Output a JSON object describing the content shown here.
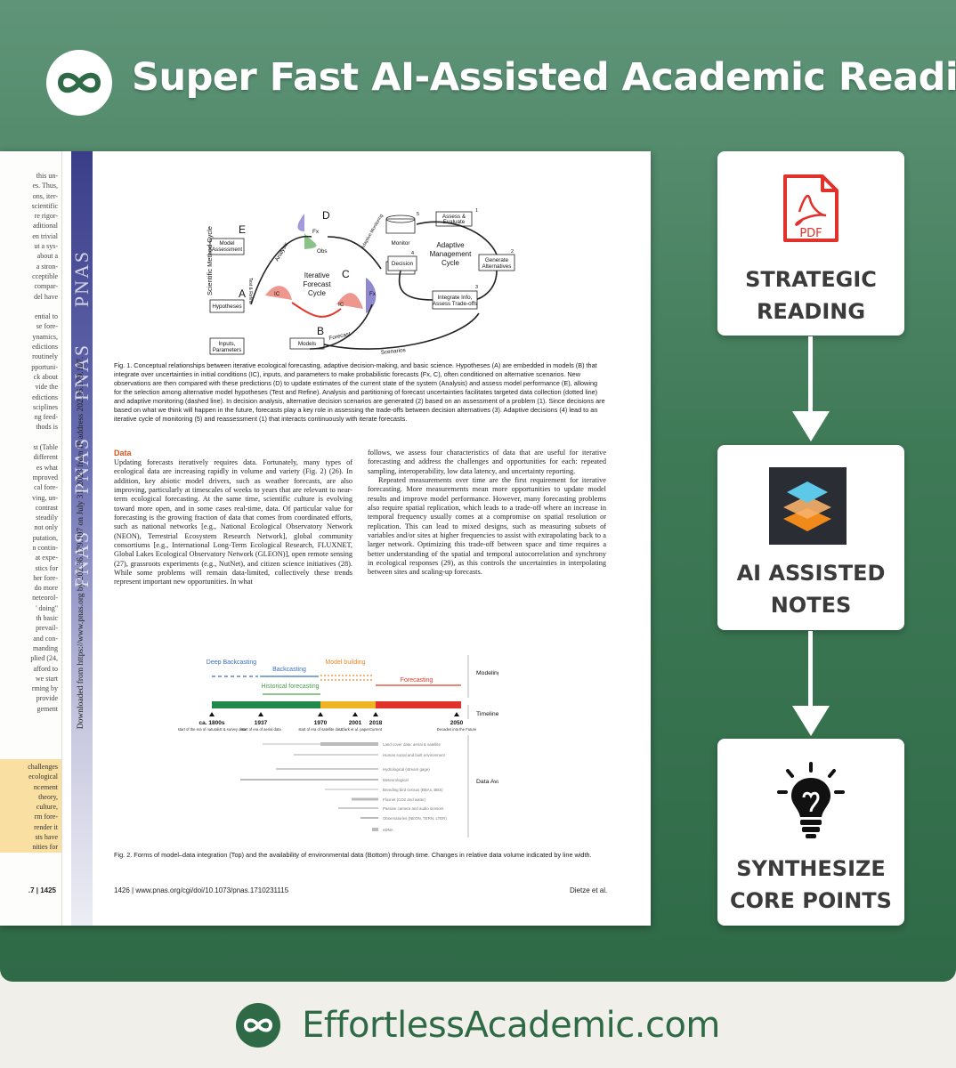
{
  "header": {
    "title": "Super Fast AI-Assisted Academic Reading",
    "logo_icon": "infinity-icon"
  },
  "paper": {
    "left_page_lines": [
      "this un-",
      "es. Thus,",
      "ons, iter-",
      "scientific",
      "re rigor-",
      "aditional",
      "en trivial",
      "ut a sys-",
      "about a",
      "a stron-",
      "cceptible",
      "compar-",
      "del have",
      "",
      "ential to",
      "se fore-",
      "ynamics,",
      "edictions",
      "routinely",
      "pportuni-",
      "ck about",
      "vide the",
      "edictions",
      "sciplines",
      "ng feed-",
      "thods is",
      "",
      "st (Table",
      "different",
      "es what",
      "mproved",
      "cal fore-",
      "ving, un-",
      "contrast",
      "steadily",
      "not only",
      "putation,",
      "n contin-",
      "at expe-",
      "stics for",
      "her fore-",
      "do more",
      "neteorol-",
      "' doing\"",
      "th basic",
      "prevail-",
      "and con-",
      "manding",
      "plied (24,",
      "afford to",
      "we start",
      "rming by",
      "provide",
      "gement"
    ],
    "left_highlight_lines": [
      "challenges",
      "ecological",
      "ncement",
      "theory,",
      "culture,",
      "rm fore-",
      "render it",
      "sts have",
      "nities for"
    ],
    "left_footer": ".7 | 1425",
    "journal_mark": "PNAS",
    "download_note": "Downloaded from https://www.pnas.org by 202.36.179.107 on July 31, 2023 from IP address 202.36.179.107.",
    "fig1_labels": {
      "model_assessment": "Model Assessment",
      "hypotheses": "Hypotheses",
      "inputs": "Inputs, Parameters",
      "models": "Models",
      "scientific_cycle": "Scientific Method Cycle",
      "test_refine": "Test & Refine",
      "iterative_cycle": "Iterative Forecast Cycle",
      "analysis": "Analysis",
      "forecast": "Forecast",
      "scenarios": "Scenarios",
      "monitor": "Monitor",
      "assess": "Assess & Evaluate",
      "decision": "Decision",
      "adaptive_cycle": "Adaptive Management Cycle",
      "generate": "Generate Alternatives",
      "integrate": "Integrate Info, Assess Trade-offs",
      "adaptive_monitoring": "Adaptive Monitoring",
      "obs": "Obs",
      "fx": "Fx",
      "ic": "IC",
      "letter_a": "A",
      "letter_b": "B",
      "letter_c": "C",
      "letter_d": "D",
      "letter_e": "E",
      "n1": "1",
      "n2": "2",
      "n3": "3",
      "n4": "4",
      "n5": "5"
    },
    "fig1_caption": "Fig. 1. Conceptual relationships between iterative ecological forecasting, adaptive decision-making, and basic science. Hypotheses (A) are embedded in models (B) that integrate over uncertainties in initial conditions (IC), inputs, and parameters to make probabilistic forecasts (Fx, C), often conditioned on alternative scenarios. New observations are then compared with these predictions (D) to update estimates of the current state of the system (Analysis) and assess model performance (E), allowing for the selection among alternative model hypotheses (Test and Refine). Analysis and partitioning of forecast uncertainties facilitates targeted data collection (dotted line) and adaptive monitoring (dashed line). In decision analysis, alternative decision scenarios are generated (2) based on an assessment of a problem (1). Since decisions are based on what we think will happen in the future, forecasts play a key role in assessing the trade-offs between decision alternatives (3). Adaptive decisions (4) lead to an iterative cycle of monitoring (5) and reassessment (1) that interacts continuously with iterate forecasts.",
    "section_title": "Data",
    "col1_text": "Updating forecasts iteratively requires data. Fortunately, many types of ecological data are increasing rapidly in volume and variety (Fig. 2) (26). In addition, key abiotic model drivers, such as weather forecasts, are also improving, particularly at timescales of weeks to years that are relevant to near-term ecological forecasting. At the same time, scientific culture is evolving toward more open, and in some cases real-time, data. Of particular value for forecasting is the growing fraction of data that comes from coordinated efforts, such as national networks [e.g., National Ecological Observatory Network (NEON), Terrestrial Ecosystem Research Network], global community consortiums [e.g., International Long-Term Ecological Research, FLUXNET, Global Lakes Ecological Observatory Network (GLEON)], open remote sensing (27), grassroots experiments (e.g., NutNet), and citizen science initiatives (28). While some problems will remain data-limited, collectively these trends represent important new opportunities. In what",
    "col2_text_1": "follows, we assess four characteristics of data that are useful for iterative forecasting and address the challenges and opportunities for each: repeated sampling, interoperability, low data latency, and uncertainty reporting.",
    "col2_text_2": "Repeated measurements over time are the first requirement for iterative forecasting. More measurements mean more opportunities to update model results and improve model performance. However, many forecasting problems also require spatial replication, which leads to a trade-off where an increase in temporal frequency usually comes at a compromise on spatial resolution or replication. This can lead to mixed designs, such as measuring subsets of variables and/or sites at higher frequencies to assist with extrapolating back to a larger network. Optimizing this trade-off between space and time requires a better understanding of the spatial and temporal autocorrelation and synchrony in ecological responses (29), as this controls the uncertainties in interpolating between sites and scaling-up forecasts.",
    "fig2_labels": {
      "deep_backcasting": "Deep Backcasting",
      "backcasting": "Backcasting",
      "model_building": "Model building",
      "historical": "Historical forecasting",
      "forecasting": "Forecasting",
      "modeling_activities": "Modeling Activities",
      "timeline": "Timeline",
      "data_availability": "Data Availability and Relative Volume",
      "t1": "ca. 1800s",
      "t1s": "start of the era of naturalist & survey data",
      "t2": "1937",
      "t2s": "start of era of aerial data",
      "t3": "1970",
      "t3s": "start of era of satellite data",
      "t4": "2001",
      "t4s": "Clark et al. paper",
      "t5": "2018",
      "t5s": "Current",
      "t6": "2050",
      "t6s": "Decades into the Future",
      "d1": "Land cover data: aerial & satellite",
      "d2": "Human social and built environment",
      "d3": "Hydrological (stream gage)",
      "d4": "Meteorological",
      "d5": "Breeding bird census (BBAs, BBS)",
      "d6": "Fluxnet (CO2 and water)",
      "d7": "Passive camera and audio sensors",
      "d8": "Observatories (NEON, TERN, LTER)",
      "d9": "eDNA"
    },
    "fig2_caption": "Fig. 2. Forms of model–data integration (Top) and the availability of environmental data (Bottom) through time. Changes in relative data volume indicated by line width.",
    "footer_left": "1426 | www.pnas.org/cgi/doi/10.1073/pnas.1710231115",
    "footer_right": "Dietze et al."
  },
  "steps": [
    {
      "label": "STRATEGIC\nREADING",
      "icon": "pdf-icon",
      "icon_text": "PDF",
      "accent": "#e0312b"
    },
    {
      "label": "AI ASSISTED\nNOTES",
      "icon": "layers-icon",
      "accent": "#2a2d33"
    },
    {
      "label": "SYNTHESIZE\nCORE POINTS",
      "icon": "lightbulb-icon",
      "accent": "#111111"
    }
  ],
  "footer": {
    "site": "EffortlessAcademic.com",
    "logo_icon": "infinity-icon"
  },
  "colors": {
    "brand_green": "#2f6a47",
    "header_green": "#5f9478",
    "highlight": "#f6d27a"
  }
}
